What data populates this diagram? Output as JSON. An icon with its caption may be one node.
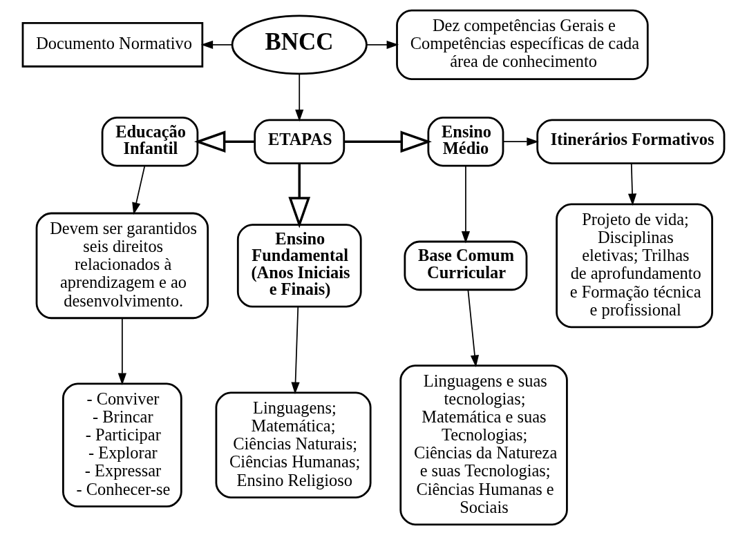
{
  "diagram": {
    "nodes": [
      {
        "text": [
          "BNCC"
        ]
      },
      {
        "text": [
          "Documento Normativo"
        ]
      },
      {
        "text": [
          "Dez competências Gerais e Competências específicas de cada área de conhecimento"
        ]
      },
      {
        "text": [
          "ETAPAS"
        ]
      },
      {
        "text": [
          "Educação Infantil"
        ]
      },
      {
        "text": [
          "Ensino Médio"
        ]
      },
      {
        "text": [
          "Itinerários Formativos"
        ]
      },
      {
        "text": [
          "Devem ser garantidos seis direitos relacionados à aprendizagem e ao desenvolvimento."
        ]
      },
      {
        "text": [
          "Ensino Fundamental (Anos Iniciais e Finais)"
        ]
      },
      {
        "text": [
          "Base Comum Curricular"
        ]
      },
      {
        "text": [
          "Projeto de vida; Disciplinas eletivas; Trilhas de aprofundamento e Formação técnica e profissional"
        ]
      },
      {
        "text": [
          "- Conviver",
          "- Brincar",
          "- Participar",
          "- Explorar",
          "- Expressar",
          "- Conhecer-se"
        ]
      },
      {
        "text": [
          "Linguagens; Matemática; Ciências Naturais; Ciências Humanas; Ensino Religioso"
        ]
      },
      {
        "text": [
          "Linguagens e suas tecnologias; Matemática e suas Tecnologias; Ciências da Natureza e suas Tecnologias; Ciências Humanas e Sociais"
        ]
      }
    ],
    "edges": [
      {
        "from": 0,
        "to": 1,
        "arrow": "to"
      },
      {
        "from": 0,
        "to": 2,
        "arrow": "to"
      },
      {
        "from": 0,
        "to": 3,
        "arrow": "to"
      },
      {
        "from": 3,
        "to": 4,
        "arrow": "to",
        "style": "thick"
      },
      {
        "from": 3,
        "to": 5,
        "arrow": "to",
        "style": "thick"
      },
      {
        "from": 3,
        "to": 8,
        "arrow": "to",
        "style": "thick"
      },
      {
        "from": 5,
        "to": 6,
        "arrow": "to"
      },
      {
        "from": 4,
        "to": 7,
        "arrow": "to"
      },
      {
        "from": 5,
        "to": 9,
        "arrow": "to"
      },
      {
        "from": 6,
        "to": 10,
        "arrow": "to"
      },
      {
        "from": 7,
        "to": 11,
        "arrow": "to"
      },
      {
        "from": 8,
        "to": 12,
        "arrow": "to"
      },
      {
        "from": 9,
        "to": 13,
        "arrow": "to"
      }
    ]
  }
}
